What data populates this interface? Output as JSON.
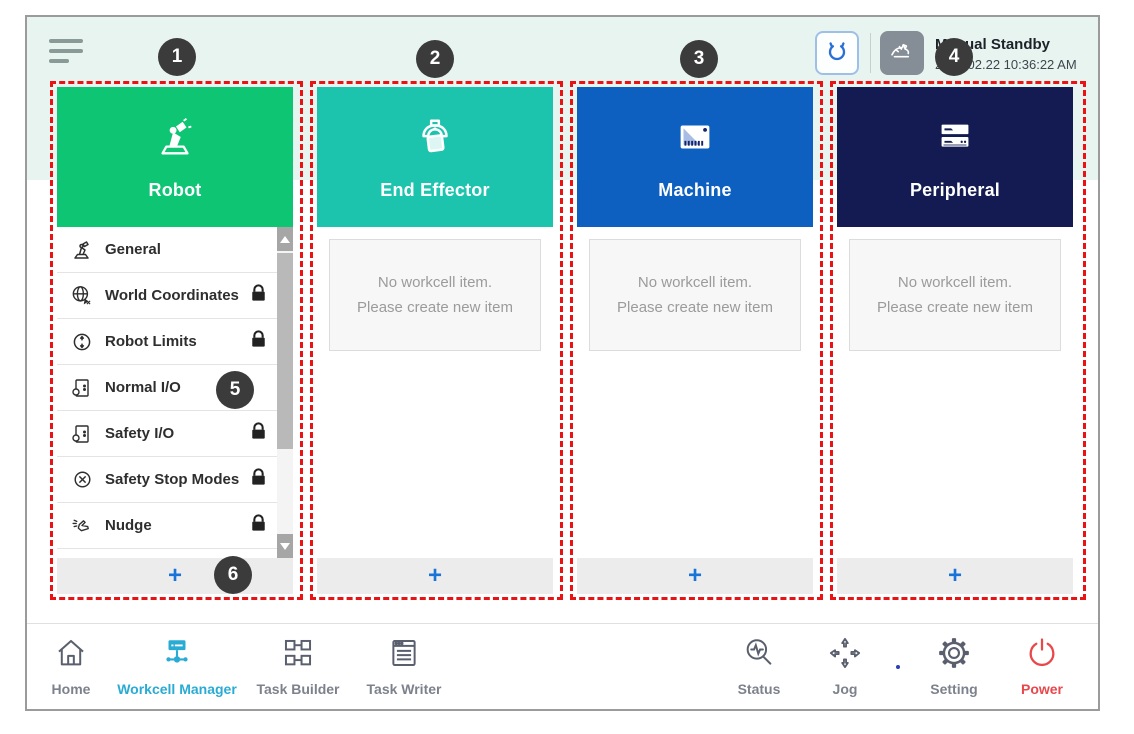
{
  "topbar": {
    "status_title": "Manual Standby",
    "timestamp": "2022.02.22 10:36:22 AM"
  },
  "badges": [
    "1",
    "2",
    "3",
    "4",
    "5",
    "6"
  ],
  "columns": [
    {
      "title": "Robot",
      "color": "#0ec573",
      "icon": "robot-arm-icon",
      "items": [
        {
          "label": "General",
          "locked": false,
          "icon": "robot-arm-small-icon"
        },
        {
          "label": "World Coordinates",
          "locked": true,
          "icon": "world-coordinates-icon"
        },
        {
          "label": "Robot Limits",
          "locked": true,
          "icon": "robot-limits-icon"
        },
        {
          "label": "Normal I/O",
          "locked": false,
          "icon": "io-icon"
        },
        {
          "label": "Safety I/O",
          "locked": true,
          "icon": "io-icon"
        },
        {
          "label": "Safety Stop Modes",
          "locked": true,
          "icon": "safety-stop-icon"
        },
        {
          "label": "Nudge",
          "locked": true,
          "icon": "nudge-hand-icon"
        }
      ],
      "add_label": "+"
    },
    {
      "title": "End Effector",
      "color": "#1cc4ae",
      "icon": "gripper-box-icon",
      "empty": {
        "line1": "No workcell item.",
        "line2": "Please create new item"
      },
      "add_label": "+"
    },
    {
      "title": "Machine",
      "color": "#0d5fc0",
      "icon": "machine-icon",
      "empty": {
        "line1": "No workcell item.",
        "line2": "Please create new item"
      },
      "add_label": "+"
    },
    {
      "title": "Peripheral",
      "color": "#131b52",
      "icon": "peripheral-icon",
      "empty": {
        "line1": "No workcell item.",
        "line2": "Please create new item"
      },
      "add_label": "+"
    }
  ],
  "nav": {
    "items": [
      {
        "label": "Home",
        "icon": "home-icon"
      },
      {
        "label": "Workcell Manager",
        "icon": "workcell-manager-icon",
        "active": true
      },
      {
        "label": "Task Builder",
        "icon": "task-builder-icon"
      },
      {
        "label": "Task Writer",
        "icon": "task-writer-icon"
      },
      {
        "label": "Status",
        "icon": "status-icon"
      },
      {
        "label": "Jog",
        "icon": "jog-icon"
      },
      {
        "label": "Setting",
        "icon": "setting-icon"
      },
      {
        "label": "Power",
        "icon": "power-icon",
        "danger": true
      }
    ]
  },
  "colors": {
    "robot_green": "#0ec573",
    "end_effector_teal": "#1cc4ae",
    "machine_blue": "#0d5fc0",
    "peripheral_navy": "#131b52",
    "active_nav_teal": "#29abd4",
    "power_red": "#e8474b",
    "annotation_red": "#ea1212",
    "badge_dark": "#3b3b3b",
    "top_band_mint": "#e7f4f0"
  }
}
